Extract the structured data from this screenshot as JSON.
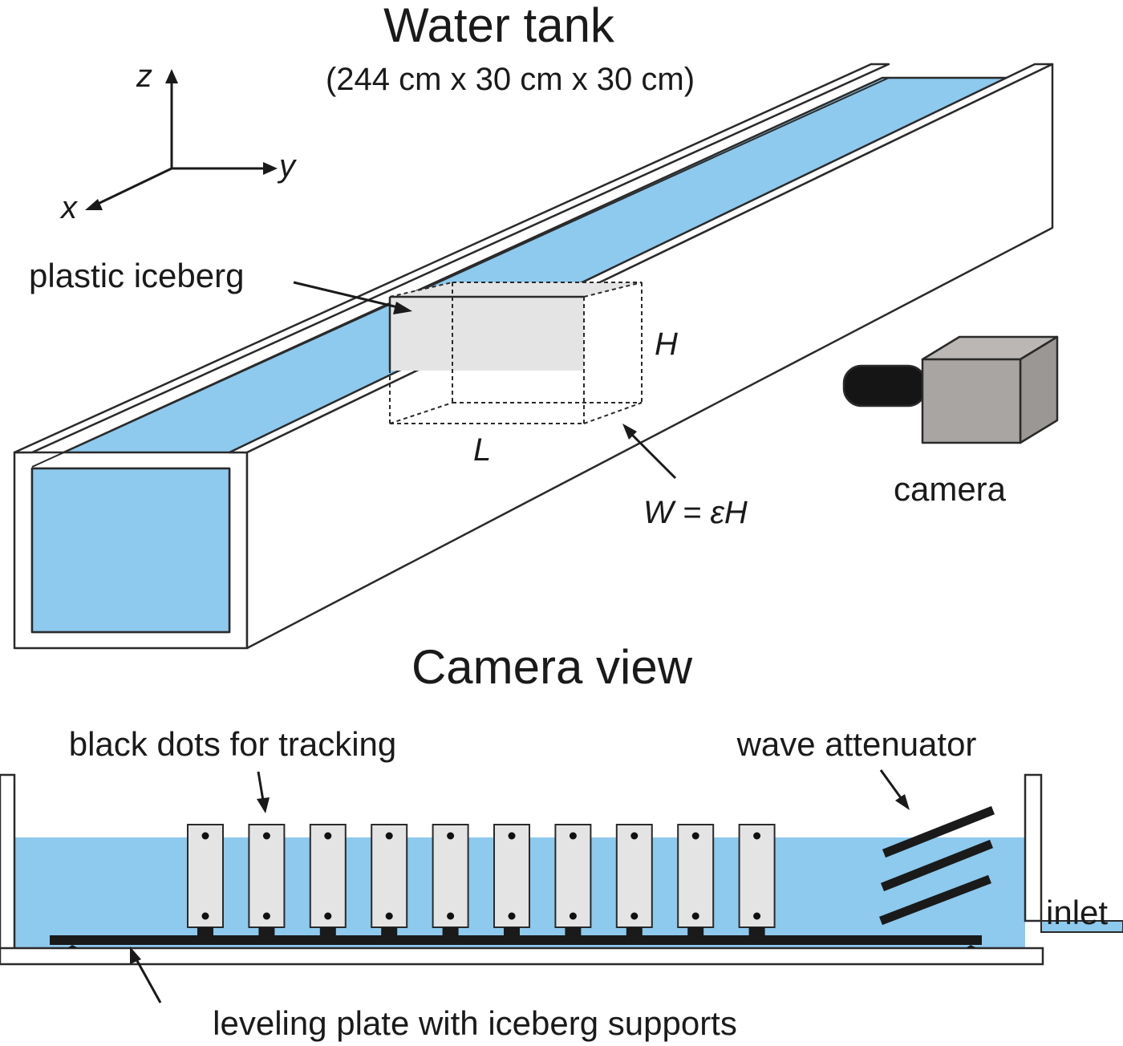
{
  "top_panel": {
    "title": "Water tank",
    "subtitle": "(244 cm x 30 cm x 30 cm)",
    "axes": {
      "z": "z",
      "y": "y",
      "x": "x"
    },
    "iceberg_label": "plastic iceberg",
    "dimension_h": "H",
    "dimension_l": "L",
    "dimension_w": "W = εH",
    "camera_label": "camera"
  },
  "bottom_panel": {
    "title": "Camera view",
    "dots_label": "black dots for tracking",
    "attenuator_label": "wave attenuator",
    "inlet_label": "inlet",
    "plate_label": "leveling plate with iceberg supports",
    "iceberg_count": 10
  },
  "colors": {
    "water": "#8ec9ee",
    "iceberg": "#e4e4e4",
    "camera_body": "#a8a5a2",
    "lens": "#151515",
    "outline": "#2a2a2a"
  }
}
